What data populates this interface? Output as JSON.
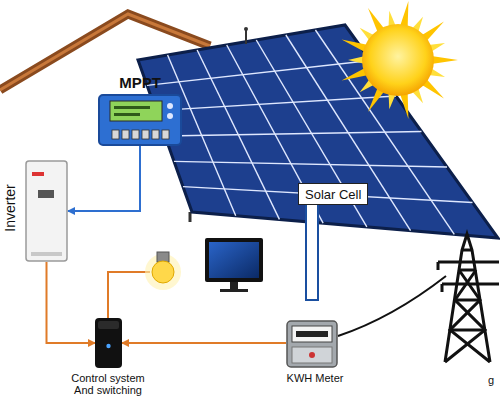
{
  "diagram": {
    "nodes": [
      {
        "text": [
          "MPPT"
        ]
      },
      {
        "text": [
          "Inverter"
        ]
      },
      {
        "text": [
          "Solar Cell"
        ]
      },
      {
        "text": [
          "Control system And switching"
        ]
      },
      {
        "text": [
          "KWH Meter"
        ]
      }
    ],
    "edges": [
      {
        "from": 0,
        "to": 1,
        "arrow": "to"
      },
      {
        "from": 1,
        "to": 3,
        "arrow": "to"
      },
      {
        "from": 4,
        "to": 3,
        "arrow": "to"
      }
    ],
    "labels": [
      "g"
    ]
  }
}
